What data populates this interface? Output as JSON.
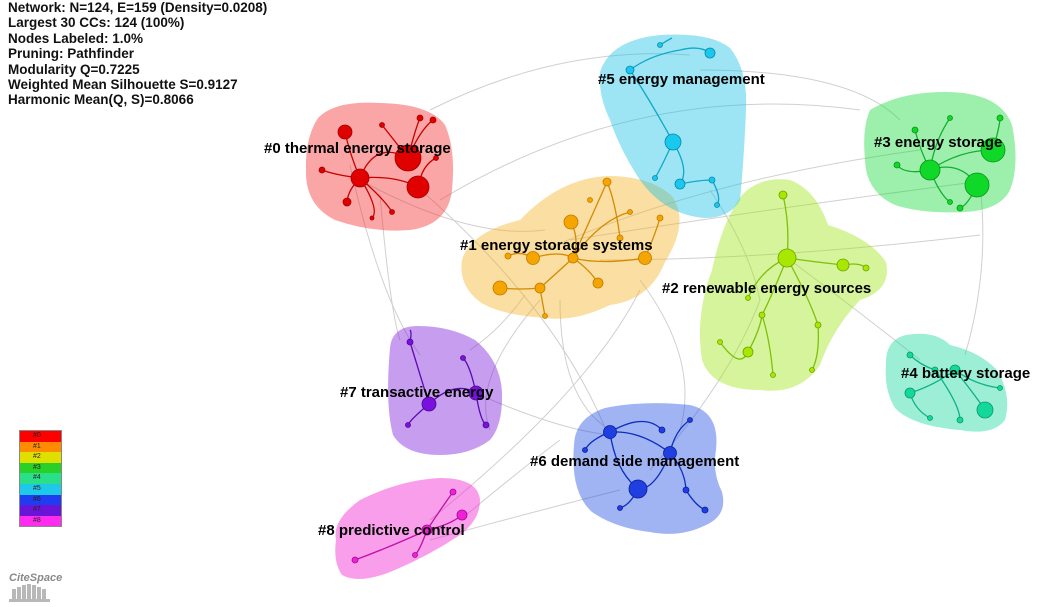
{
  "stats": [
    "Network: N=124, E=159 (Density=0.0208)",
    "Largest 30 CCs: 124 (100%)",
    "Nodes Labeled: 1.0%",
    "Pruning: Pathfinder",
    "Modularity Q=0.7225",
    "Weighted Mean Silhouette S=0.9127",
    "Harmonic Mean(Q, S)=0.8066"
  ],
  "clusters": [
    {
      "id": "#0",
      "label": "#0 thermal energy storage",
      "color": "#f52a2a"
    },
    {
      "id": "#1",
      "label": "#1 energy storage systems",
      "color": "#f5b020"
    },
    {
      "id": "#2",
      "label": "#2 renewable energy sources",
      "color": "#9be510"
    },
    {
      "id": "#3",
      "label": "#3 energy storage",
      "color": "#16d83a"
    },
    {
      "id": "#4",
      "label": "#4 battery storage",
      "color": "#12d69a"
    },
    {
      "id": "#5",
      "label": "#5 energy management",
      "color": "#15c2e5"
    },
    {
      "id": "#6",
      "label": "#6 demand side management",
      "color": "#1d49e0"
    },
    {
      "id": "#7",
      "label": "#7 transactive energy",
      "color": "#7a16d8"
    },
    {
      "id": "#8",
      "label": "#8 predictive control",
      "color": "#f019d0"
    }
  ],
  "legend": [
    {
      "label": "#0",
      "color": "#ff0000"
    },
    {
      "label": "#1",
      "color": "#ff8c00"
    },
    {
      "label": "#2",
      "color": "#e0e000"
    },
    {
      "label": "#3",
      "color": "#28d028"
    },
    {
      "label": "#4",
      "color": "#2adf8a"
    },
    {
      "label": "#5",
      "color": "#1ec8e8"
    },
    {
      "label": "#6",
      "color": "#1f3cf0"
    },
    {
      "label": "#7",
      "color": "#6a14d8"
    },
    {
      "label": "#8",
      "color": "#ff2cf0"
    }
  ],
  "logo": {
    "text": "CiteSpace"
  }
}
